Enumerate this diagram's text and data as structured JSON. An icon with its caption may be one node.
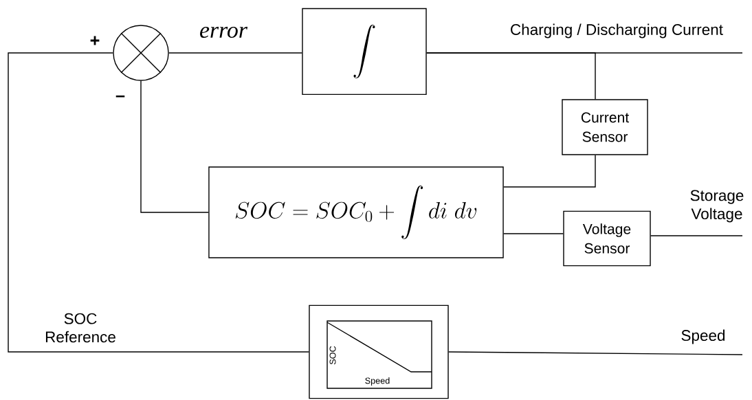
{
  "diagram": {
    "nodes": [
      {
        "text": [],
        "shape": "circle"
      },
      {
        "text": [
          "\\int"
        ]
      },
      {
        "text": [
          "Current Sensor"
        ]
      },
      {
        "text": [
          "SOC = SOC_{0} + \\int di\\ dv"
        ]
      },
      {
        "text": [
          "Voltage Sensor"
        ]
      },
      {
        "text": [
          "SOC",
          "Speed"
        ]
      }
    ],
    "edges": [
      {
        "from": 0,
        "to": 1,
        "arrow": "none",
        "label": "error"
      },
      {
        "from": 1,
        "to": null,
        "arrow": "none",
        "label": "Charging / Discharging Current"
      },
      {
        "from": 1,
        "to": 2,
        "arrow": "none"
      },
      {
        "from": 2,
        "to": 3,
        "arrow": "none"
      },
      {
        "from": 4,
        "to": 3,
        "arrow": "none"
      },
      {
        "from": 4,
        "to": null,
        "arrow": "none",
        "label": "Storage Voltage"
      },
      {
        "from": 3,
        "to": 0,
        "arrow": "none"
      },
      {
        "from": 5,
        "to": 0,
        "arrow": "none",
        "label": "SOC Reference"
      },
      {
        "from": 5,
        "to": null,
        "arrow": "none",
        "label": "Speed"
      }
    ],
    "labels": [
      "+",
      "–"
    ]
  }
}
